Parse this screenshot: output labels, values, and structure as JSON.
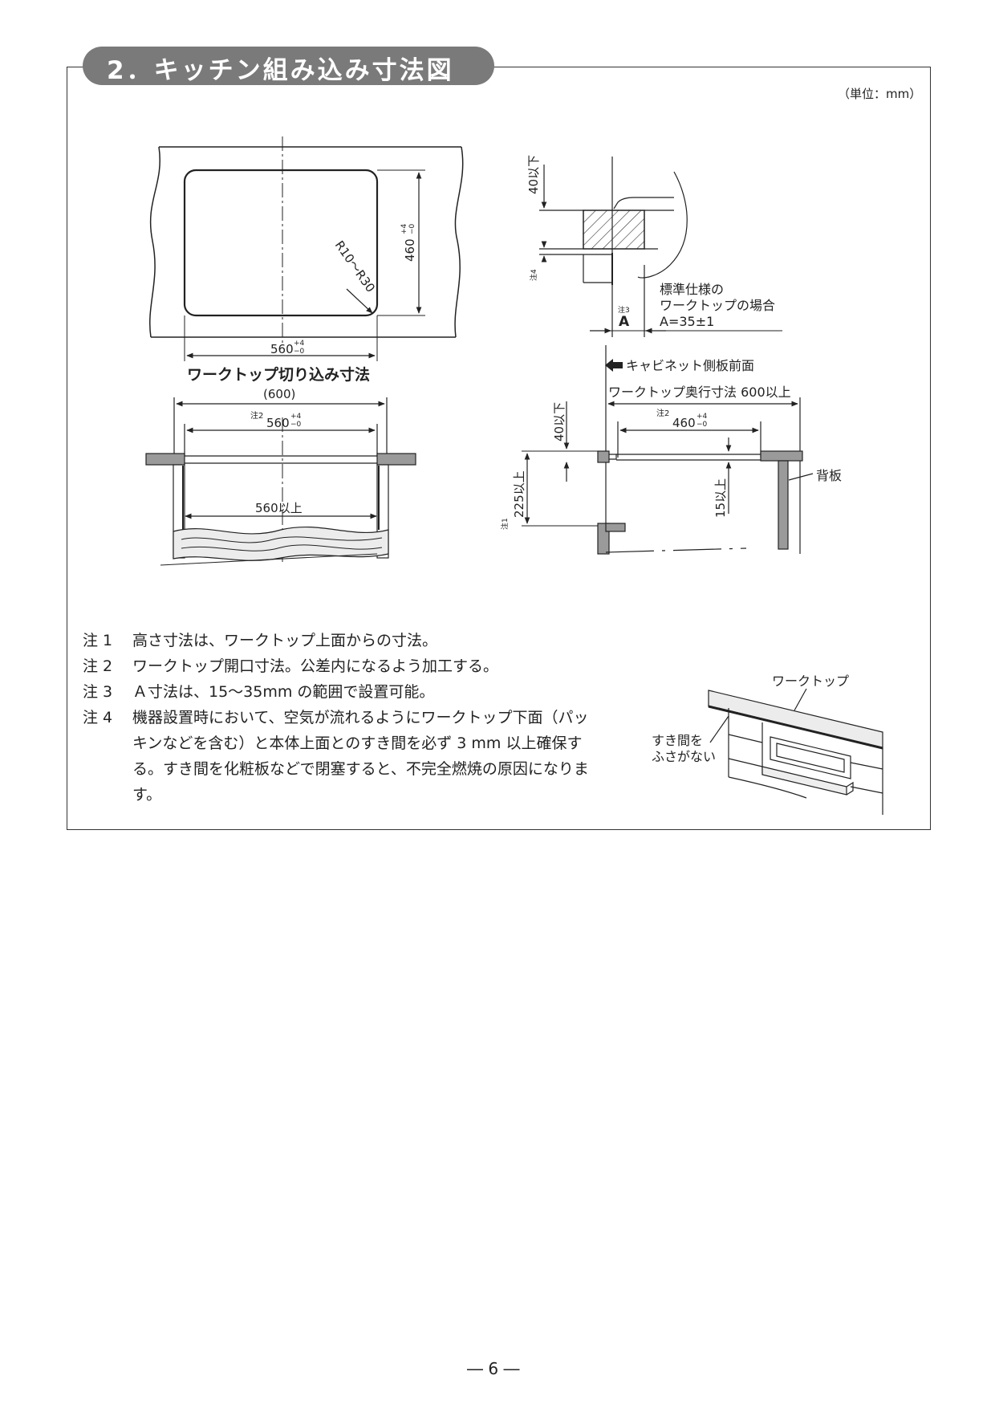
{
  "section_title": "2．キッチン組み込み寸法図",
  "unit_note": "（単位：mm）",
  "cutout": {
    "caption": "ワークトップ切り込み寸法",
    "width_dim": "560",
    "height_dim": "460",
    "radius": "R10〜R30",
    "tolerance_plus": "+4",
    "tolerance_minus": "−0"
  },
  "front_section": {
    "overall": "(600)",
    "opening_note_mark": "注2",
    "opening_dim": "560",
    "interior_dim": "560以上"
  },
  "side_detail": {
    "dim_top": "40以下",
    "note4_mark": "注4",
    "note3_mark": "注3",
    "a_label": "A",
    "std_label_1": "標準仕様の",
    "std_label_2": "ワークトップの場合",
    "std_label_3": "A=35±1",
    "cabinet_front": "キャビネット側板前面"
  },
  "depth_section": {
    "depth_label": "ワークトップ奥行寸法 600以上",
    "opening_note_mark": "注2",
    "opening_dim": "460",
    "dim_top": "40以下",
    "note1_mark": "注1",
    "height_dim": "225以上",
    "gap_dim": "15以上",
    "backboard": "背板"
  },
  "notes": [
    {
      "label": "注 1",
      "text": "高さ寸法は、ワークトップ上面からの寸法。"
    },
    {
      "label": "注 2",
      "text": "ワークトップ開口寸法。公差内になるよう加工する。"
    },
    {
      "label": "注 3",
      "text": "Ａ寸法は、15〜35mm の範囲で設置可能。"
    },
    {
      "label": "注 4",
      "text": "機器設置時において、空気が流れるようにワークトップ下面（パッキンなどを含む）と本体上面とのすき間を必ず 3 mm 以上確保する。すき間を化粧板などで閉塞すると、不完全燃焼の原因になります。"
    }
  ],
  "perspective": {
    "worktop_label": "ワークトップ",
    "gap_label_1": "すき間を",
    "gap_label_2": "ふさがない"
  },
  "page_number": "― 6 ―"
}
